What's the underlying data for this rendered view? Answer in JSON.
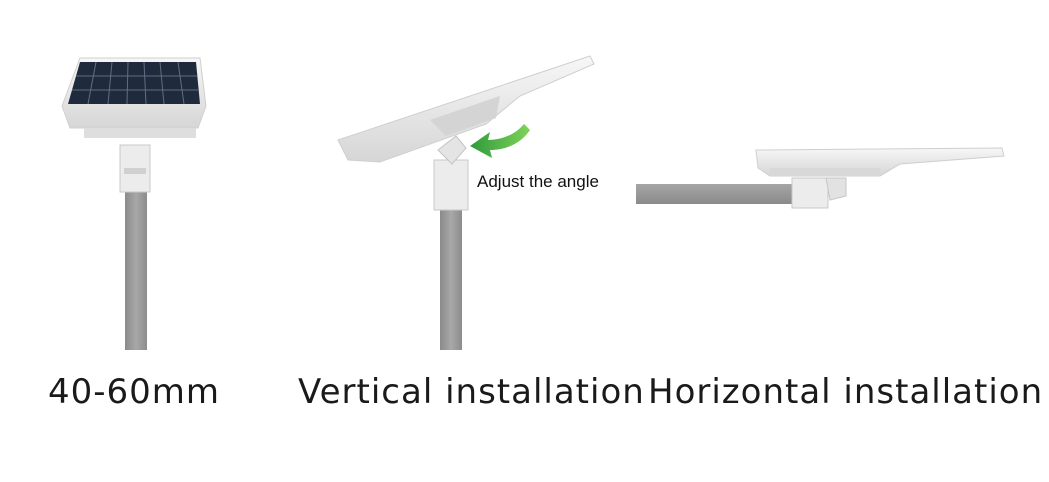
{
  "captions": {
    "left": "40-60mm",
    "middle": "Vertical installation",
    "right": "Horizontal installation"
  },
  "annotation": {
    "adjust_angle": "Adjust the angle"
  },
  "colors": {
    "pole": "#9a9a9a",
    "panel": "#1e2a3a",
    "housing": "#eeeeee",
    "arrow": "#3cb043"
  }
}
